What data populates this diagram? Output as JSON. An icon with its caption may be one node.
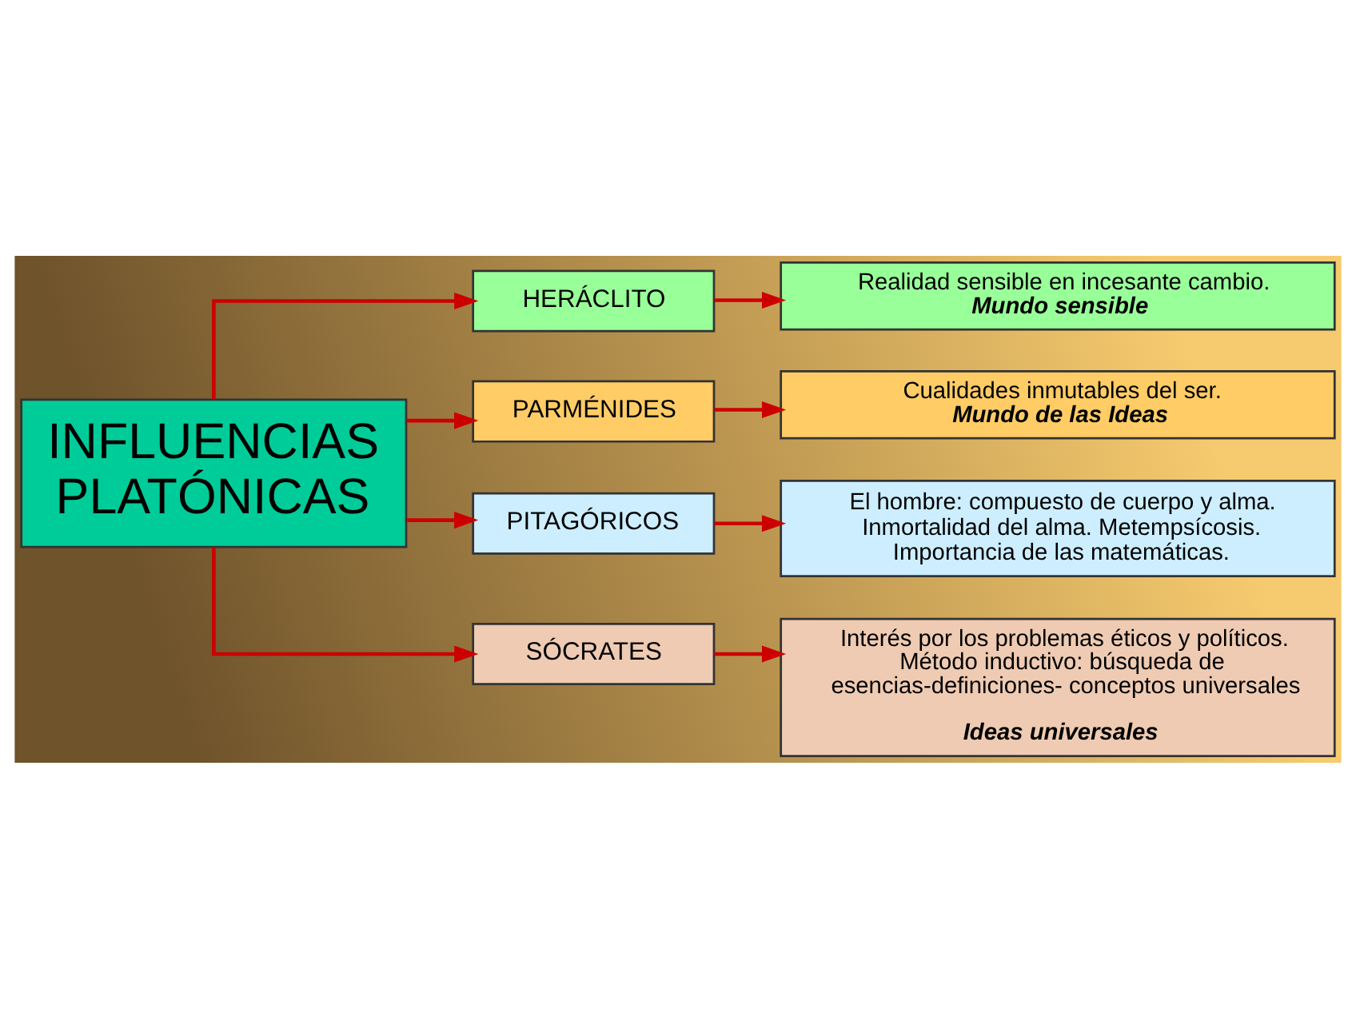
{
  "diagram": {
    "nodes": [
      {
        "text": [
          "INFLUENCIAS PLATÓNICAS"
        ]
      },
      {
        "text": [
          "HERÁCLITO"
        ]
      },
      {
        "text": [
          "Realidad sensible en incesante cambio.",
          "Mundo sensible"
        ]
      },
      {
        "text": [
          "PARMÉNIDES"
        ]
      },
      {
        "text": [
          "Cualidades inmutables del ser.",
          "Mundo de las Ideas"
        ]
      },
      {
        "text": [
          "PITAGÓRICOS"
        ]
      },
      {
        "text": [
          "El hombre: compuesto de cuerpo y alma. Inmortalidad del alma. Metempsícosis. Importancia de las matemáticas."
        ]
      },
      {
        "text": [
          "SÓCRATES"
        ]
      },
      {
        "text": [
          "Interés por los problemas éticos y políticos. Método inductivo: búsqueda de esencias-definiciones- conceptos universales",
          "Ideas universales"
        ]
      }
    ],
    "edges": [
      {
        "from": 0,
        "to": 1,
        "arrow": "to"
      },
      {
        "from": 0,
        "to": 3,
        "arrow": "to"
      },
      {
        "from": 0,
        "to": 5,
        "arrow": "to"
      },
      {
        "from": 0,
        "to": 7,
        "arrow": "to"
      },
      {
        "from": 1,
        "to": 2,
        "arrow": "to"
      },
      {
        "from": 3,
        "to": 4,
        "arrow": "to"
      },
      {
        "from": 5,
        "to": 6,
        "arrow": "to"
      },
      {
        "from": 7,
        "to": 8,
        "arrow": "to"
      }
    ]
  }
}
